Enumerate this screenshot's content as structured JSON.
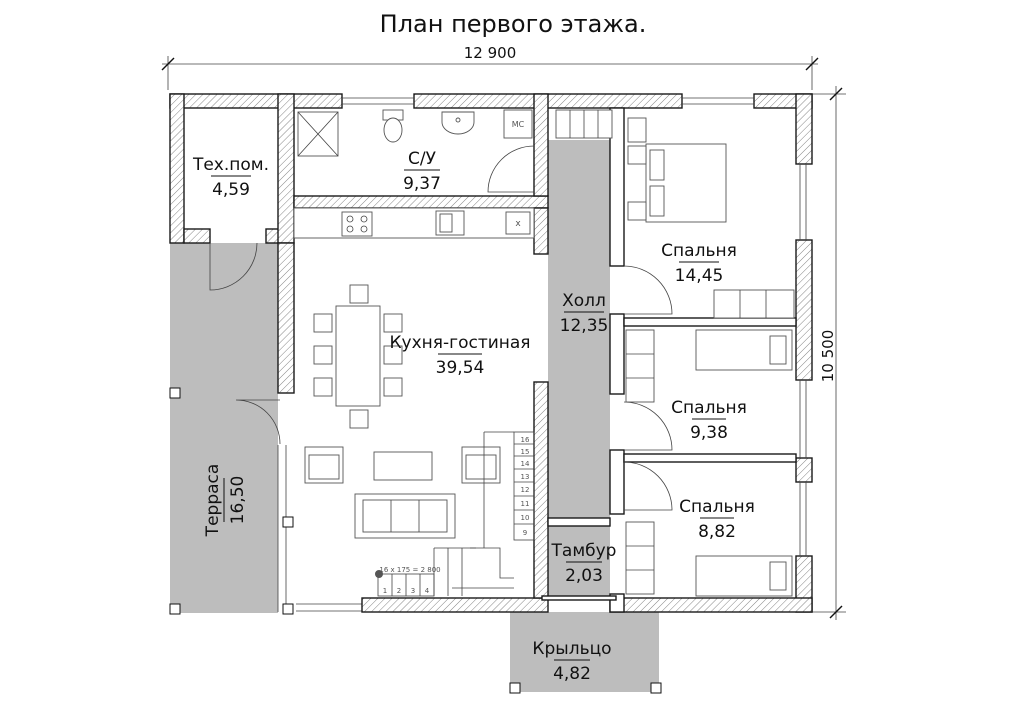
{
  "title": "План первого этажа.",
  "dimensions": {
    "width": "12 900",
    "height": "10 500"
  },
  "rooms": {
    "tech": {
      "name": "Тех.пом.",
      "area": "4,59"
    },
    "bath": {
      "name": "С/У",
      "area": "9,37"
    },
    "kitchen_living": {
      "name": "Кухня-гостиная",
      "area": "39,54"
    },
    "hall": {
      "name": "Холл",
      "area": "12,35"
    },
    "bedroom1": {
      "name": "Спальня",
      "area": "14,45"
    },
    "bedroom2": {
      "name": "Спальня",
      "area": "9,38"
    },
    "bedroom3": {
      "name": "Спальня",
      "area": "8,82"
    },
    "vestibule": {
      "name": "Тамбур",
      "area": "2,03"
    },
    "terrace": {
      "name": "Терраса",
      "area": "16,50"
    },
    "porch": {
      "name": "Крыльцо",
      "area": "4,82"
    }
  },
  "fixtures": {
    "washer": "МС",
    "stove": "x"
  },
  "stairs": {
    "note": "16 x 175 = 2 800",
    "steps_right": [
      "16",
      "15",
      "14",
      "13",
      "12",
      "11",
      "10",
      "9"
    ],
    "steps_bottom": [
      "1",
      "2",
      "3",
      "4"
    ]
  },
  "colors": {
    "walls": "#1a1a1a",
    "shaded_area": "#bdbdbd"
  }
}
